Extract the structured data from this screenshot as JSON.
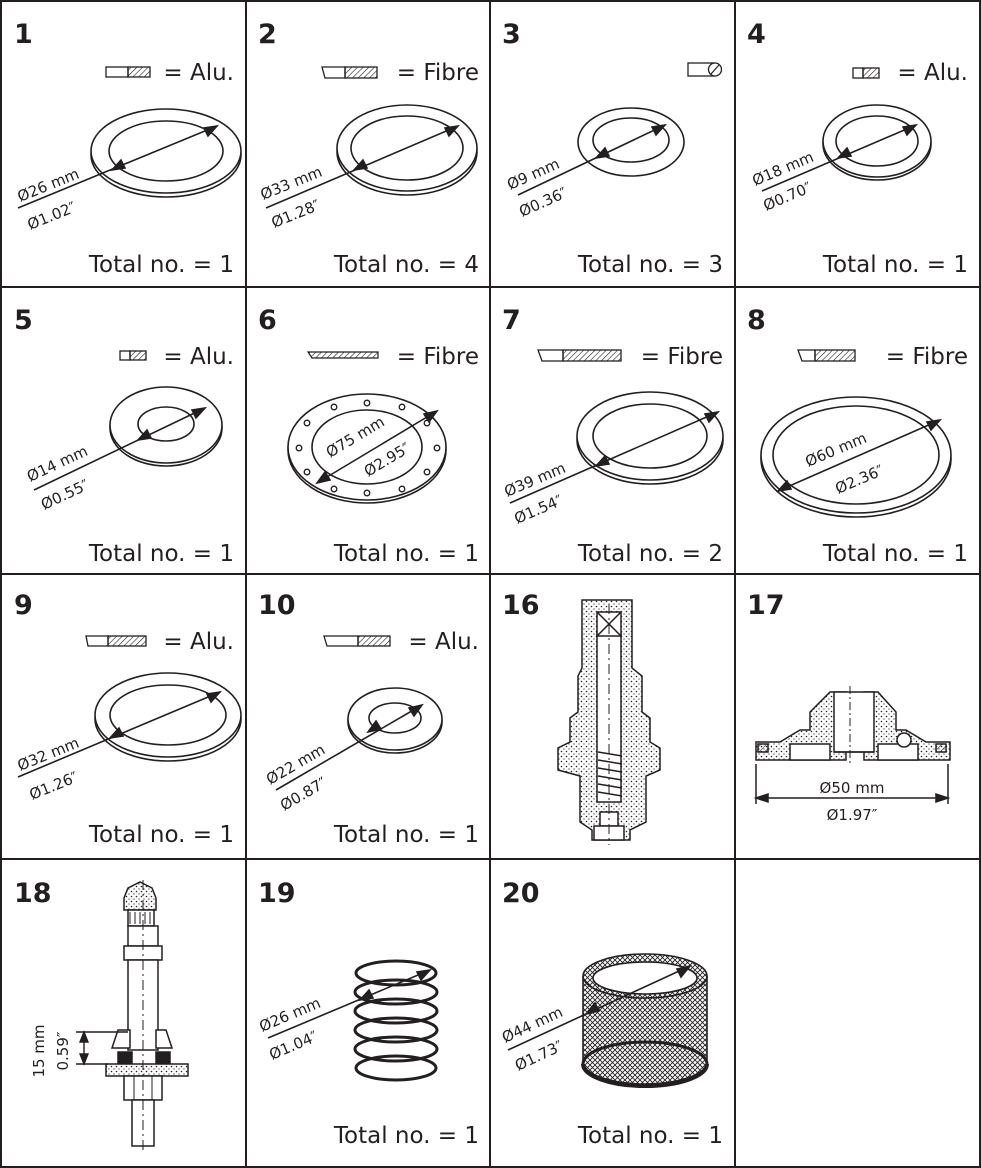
{
  "cells": [
    {
      "num": "1",
      "material": "= Alu.",
      "dia_mm": "Ø26 mm",
      "dia_in": "Ø1.02″",
      "total": "Total no. = 1"
    },
    {
      "num": "2",
      "material": "= Fibre",
      "dia_mm": "Ø33 mm",
      "dia_in": "Ø1.28″",
      "total": "Total no. = 4"
    },
    {
      "num": "3",
      "material": "",
      "dia_mm": "Ø9 mm",
      "dia_in": "Ø0.36″",
      "total": "Total no. = 3"
    },
    {
      "num": "4",
      "material": "= Alu.",
      "dia_mm": "Ø18 mm",
      "dia_in": "Ø0.70″",
      "total": "Total no. = 1"
    },
    {
      "num": "5",
      "material": "= Alu.",
      "dia_mm": "Ø14 mm",
      "dia_in": "Ø0.55″",
      "total": "Total no. = 1"
    },
    {
      "num": "6",
      "material": "= Fibre",
      "dia_mm": "Ø75 mm",
      "dia_in": "Ø2.95″",
      "total": "Total no. = 1"
    },
    {
      "num": "7",
      "material": "= Fibre",
      "dia_mm": "Ø39 mm",
      "dia_in": "Ø1.54″",
      "total": "Total no. = 2"
    },
    {
      "num": "8",
      "material": "= Fibre",
      "dia_mm": "Ø60 mm",
      "dia_in": "Ø2.36″",
      "total": "Total no. = 1"
    },
    {
      "num": "9",
      "material": "= Alu.",
      "dia_mm": "Ø32 mm",
      "dia_in": "Ø1.26″",
      "total": "Total no. = 1"
    },
    {
      "num": "10",
      "material": "= Alu.",
      "dia_mm": "Ø22 mm",
      "dia_in": "Ø0.87″",
      "total": "Total no. = 1"
    },
    {
      "num": "16",
      "material": "",
      "dia_mm": "",
      "dia_in": "",
      "total": ""
    },
    {
      "num": "17",
      "material": "",
      "dia_mm": "Ø50 mm",
      "dia_in": "Ø1.97″",
      "total": ""
    },
    {
      "num": "18",
      "material": "",
      "dia_mm": "15 mm",
      "dia_in": "0.59″",
      "total": ""
    },
    {
      "num": "19",
      "material": "",
      "dia_mm": "Ø26 mm",
      "dia_in": "Ø1.04″",
      "total": "Total no. = 1"
    },
    {
      "num": "20",
      "material": "",
      "dia_mm": "Ø44 mm",
      "dia_in": "Ø1.73″",
      "total": "Total no. = 1"
    }
  ],
  "colors": {
    "line": "#231f20",
    "fill": "#ffffff",
    "hatch": "#231f20"
  }
}
